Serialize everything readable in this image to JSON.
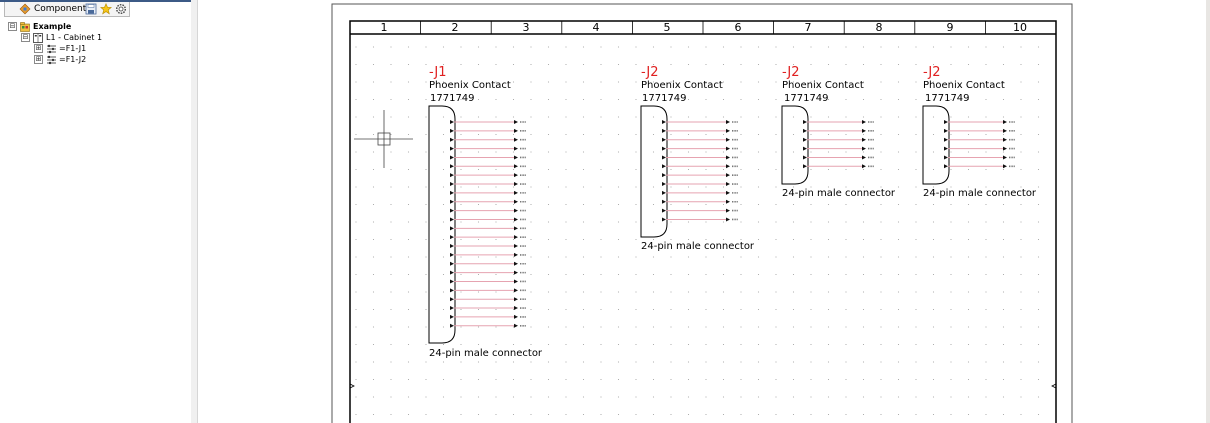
{
  "panel": {
    "tab_label": "Components",
    "tab_icons": [
      "components-icon",
      "save-icon",
      "star-icon",
      "settings-icon"
    ]
  },
  "tree": {
    "root": {
      "label": "Example",
      "expander": "⊟",
      "icon": "project-icon"
    },
    "location": {
      "label": "L1 - Cabinet 1",
      "expander": "⊟",
      "icon": "cabinet-icon"
    },
    "items": [
      {
        "label": "=F1-J1",
        "expander": "⊞",
        "icon": "connector-icon"
      },
      {
        "label": "=F1-J2",
        "expander": "⊞",
        "icon": "connector-icon"
      }
    ]
  },
  "sheet": {
    "columns": [
      "1",
      "2",
      "3",
      "4",
      "5",
      "6",
      "7",
      "8",
      "9",
      "10"
    ],
    "connectors": [
      {
        "tag": "-J1",
        "manufacturer": "Phoenix Contact",
        "part": "1771749",
        "description": "24-pin male connector",
        "pins": 24
      },
      {
        "tag": "-J2",
        "manufacturer": "Phoenix Contact",
        "part": "1771749",
        "description": "24-pin male connector",
        "pins": 12
      },
      {
        "tag": "-J2",
        "manufacturer": "Phoenix Contact",
        "part": "1771749",
        "description": "24-pin male connector",
        "pins": 6
      },
      {
        "tag": "-J2",
        "manufacturer": "Phoenix Contact",
        "part": "1771749",
        "description": "24-pin male connector",
        "pins": 6
      }
    ],
    "colors": {
      "tag": "#e02020",
      "wire": "#e6a3b0",
      "frame": "#000000",
      "grid_dot": "#9a9a9a"
    }
  }
}
